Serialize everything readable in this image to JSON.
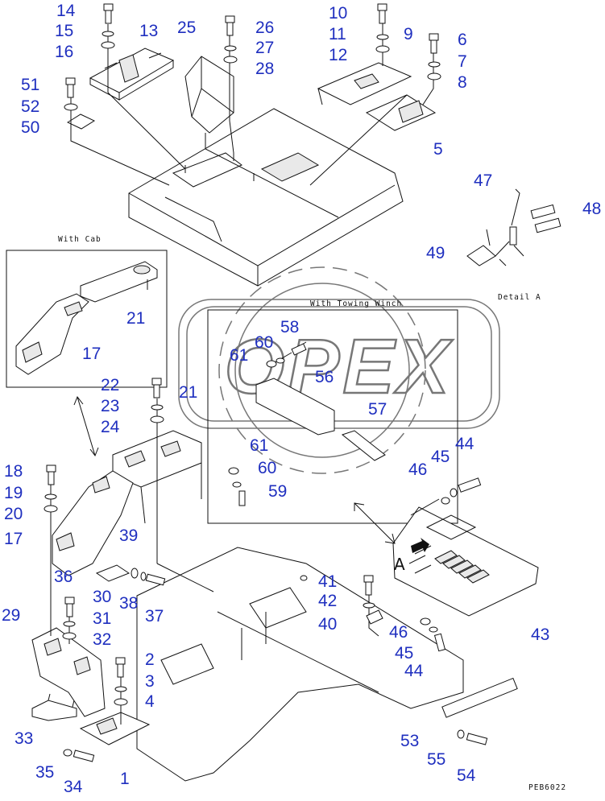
{
  "captions": {
    "with_cab": "With Cab",
    "with_towing_winch": "With Towing Winch",
    "detail_a": "Detail A",
    "detail_marker": "A",
    "drawing_code": "PEB6022"
  },
  "watermark": "OPEX",
  "colors": {
    "callout": "#1f2fbf",
    "line": "#111111",
    "watermark": "#777777"
  },
  "callouts": [
    "14",
    "15",
    "16",
    "13",
    "25",
    "26",
    "27",
    "28",
    "10",
    "11",
    "12",
    "9",
    "6",
    "7",
    "8",
    "51",
    "52",
    "50",
    "5",
    "47",
    "48",
    "49",
    "21",
    "17",
    "61",
    "60",
    "58",
    "56",
    "57",
    "22",
    "23",
    "24",
    "21",
    "18",
    "19",
    "20",
    "17",
    "61",
    "60",
    "59",
    "46",
    "45",
    "44",
    "39",
    "36",
    "38",
    "37",
    "30",
    "31",
    "32",
    "29",
    "41",
    "42",
    "40",
    "46",
    "45",
    "44",
    "43",
    "2",
    "3",
    "4",
    "33",
    "35",
    "34",
    "1",
    "53",
    "55",
    "54"
  ]
}
